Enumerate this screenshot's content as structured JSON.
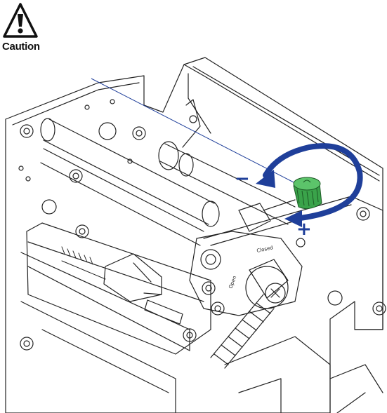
{
  "caution": {
    "icon": "caution-exclamation-icon",
    "label": "Caution"
  },
  "diagram": {
    "open_label": "Open",
    "closed_label": "Closed",
    "decrease_symbol": "−",
    "increase_symbol": "+",
    "knob_color": "#3aa34a",
    "arrow_color": "#1f3f9a"
  }
}
